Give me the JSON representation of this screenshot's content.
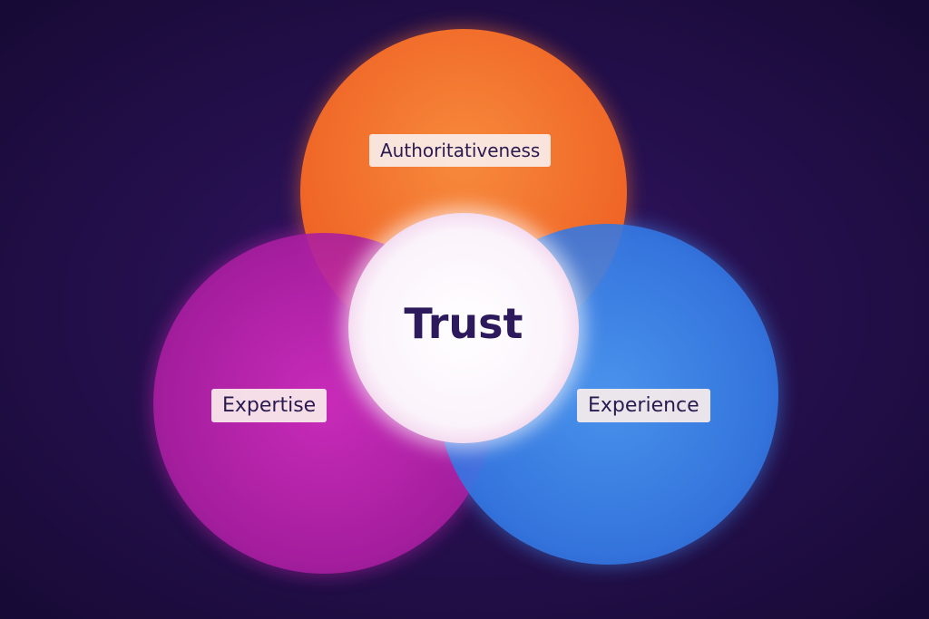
{
  "diagram": {
    "type": "venn",
    "center": {
      "label": "Trust",
      "color": "#fbf3fb"
    },
    "sets": [
      {
        "label": "Authoritativeness",
        "color": "#f36f2a"
      },
      {
        "label": "Expertise",
        "color": "#c424b0"
      },
      {
        "label": "Experience",
        "color": "#3f8cf0"
      }
    ],
    "background": "#26104f"
  }
}
